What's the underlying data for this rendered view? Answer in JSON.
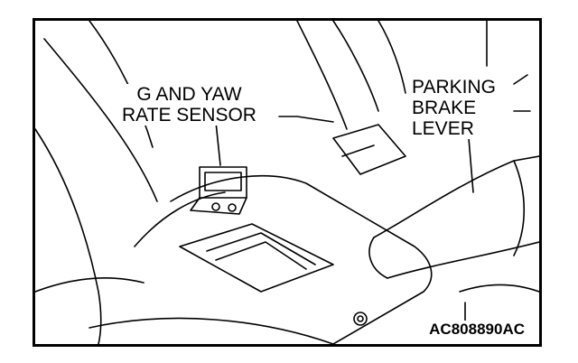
{
  "labels": {
    "sensor_line1": "G AND YAW",
    "sensor_line2": "RATE SENSOR",
    "lever_line1": "PARKING",
    "lever_line2": "BRAKE",
    "lever_line3": "LEVER"
  },
  "figure_code": "AC808890AC"
}
